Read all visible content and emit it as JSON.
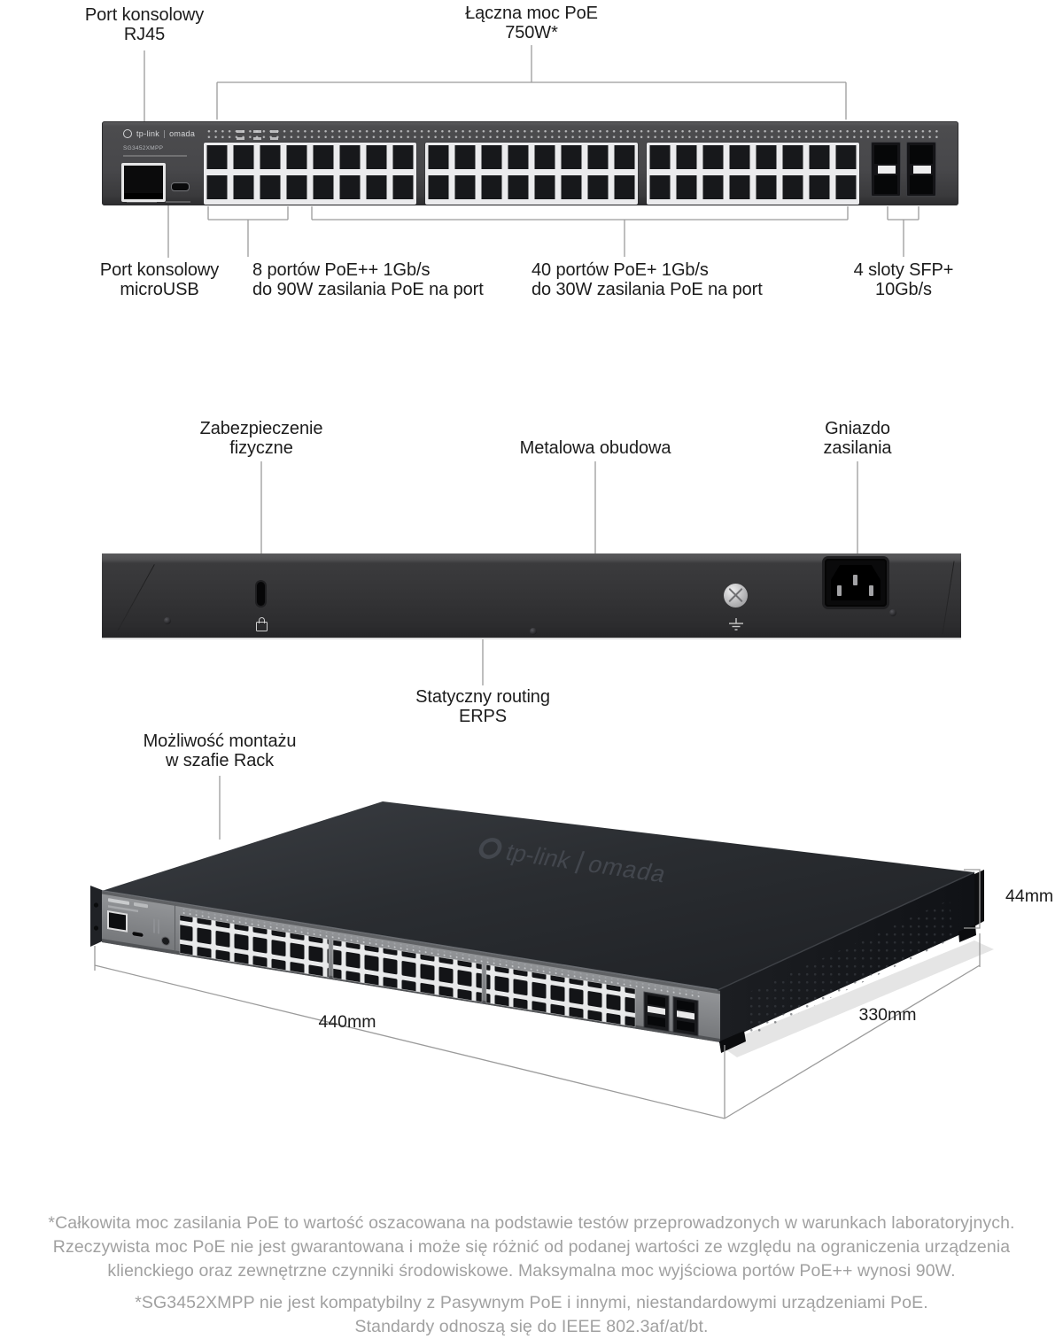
{
  "device": {
    "brand": "tp-link",
    "sub_brand": "omada",
    "model": "SG3452XMPP"
  },
  "callouts": {
    "console_rj45": {
      "l1": "Port konsolowy",
      "l2": "RJ45"
    },
    "poe_budget": {
      "l1": "Łączna moc PoE",
      "l2": "750W*"
    },
    "console_usb": {
      "l1": "Port konsolowy",
      "l2": "microUSB"
    },
    "ports_poepp": {
      "l1": "8 portów PoE++ 1Gb/s",
      "l2": "do 90W zasilania PoE na port"
    },
    "ports_poep": {
      "l1": "40 portów PoE+ 1Gb/s",
      "l2": "do 30W zasilania PoE na port"
    },
    "sfp_slots": {
      "l1": "4 sloty SFP+",
      "l2": "10Gb/s"
    },
    "kensington": {
      "l1": "Zabezpieczenie",
      "l2": "fizyczne"
    },
    "metal_case": {
      "l1": "Metalowa obudowa"
    },
    "power_socket": {
      "l1": "Gniazdo",
      "l2": "zasilania"
    },
    "routing": {
      "l1": "Statyczny routing",
      "l2": "ERPS"
    },
    "rack_mount": {
      "l1": "Możliwość montażu",
      "l2": "w szafie Rack"
    }
  },
  "dimensions": {
    "width": "440mm",
    "depth": "330mm",
    "height": "44mm"
  },
  "footnotes": {
    "poe_l1": "*Całkowita moc zasilania PoE to wartość oszacowana na podstawie testów przeprowadzonych w warunkach laboratoryjnych.",
    "poe_l2": "Rzeczywista moc PoE nie jest gwarantowana i może się różnić od podanej wartości ze względu na ograniczenia urządzenia",
    "poe_l3": "klienckiego oraz zewnętrzne czynniki środowiskowe. Maksymalna moc wyjściowa portów PoE++ wynosi 90W.",
    "compat_l1": "*SG3452XMPP nie jest kompatybilny z Pasywnym PoE i innymi, niestandardowymi urządzeniami PoE.",
    "compat_l2": "Standardy odnoszą się do IEEE 802.3af/at/bt."
  },
  "colors": {
    "label_text": "#1c1c1c",
    "callout_line": "#9b9b9b",
    "footnote_text": "#a1a1a1",
    "chassis_front": "#47474a",
    "chassis_rear": "#343436",
    "port_plate": "#ebebed",
    "top_face_dark": "#2a2d31"
  }
}
